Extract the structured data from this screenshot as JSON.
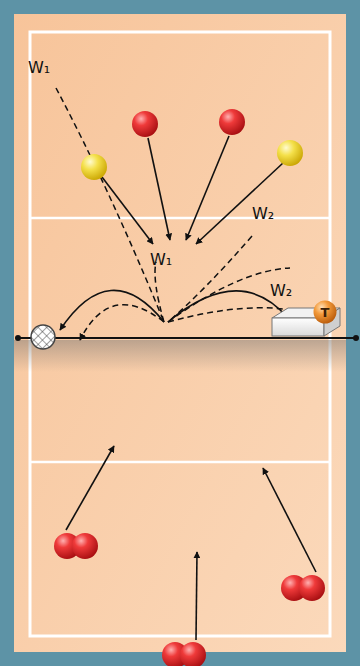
{
  "diagram": {
    "nodes": [
      {
        "text": [
          "T"
        ]
      }
    ],
    "labels": [
      "W₁",
      "W₂",
      "W₁",
      "W₂"
    ]
  }
}
